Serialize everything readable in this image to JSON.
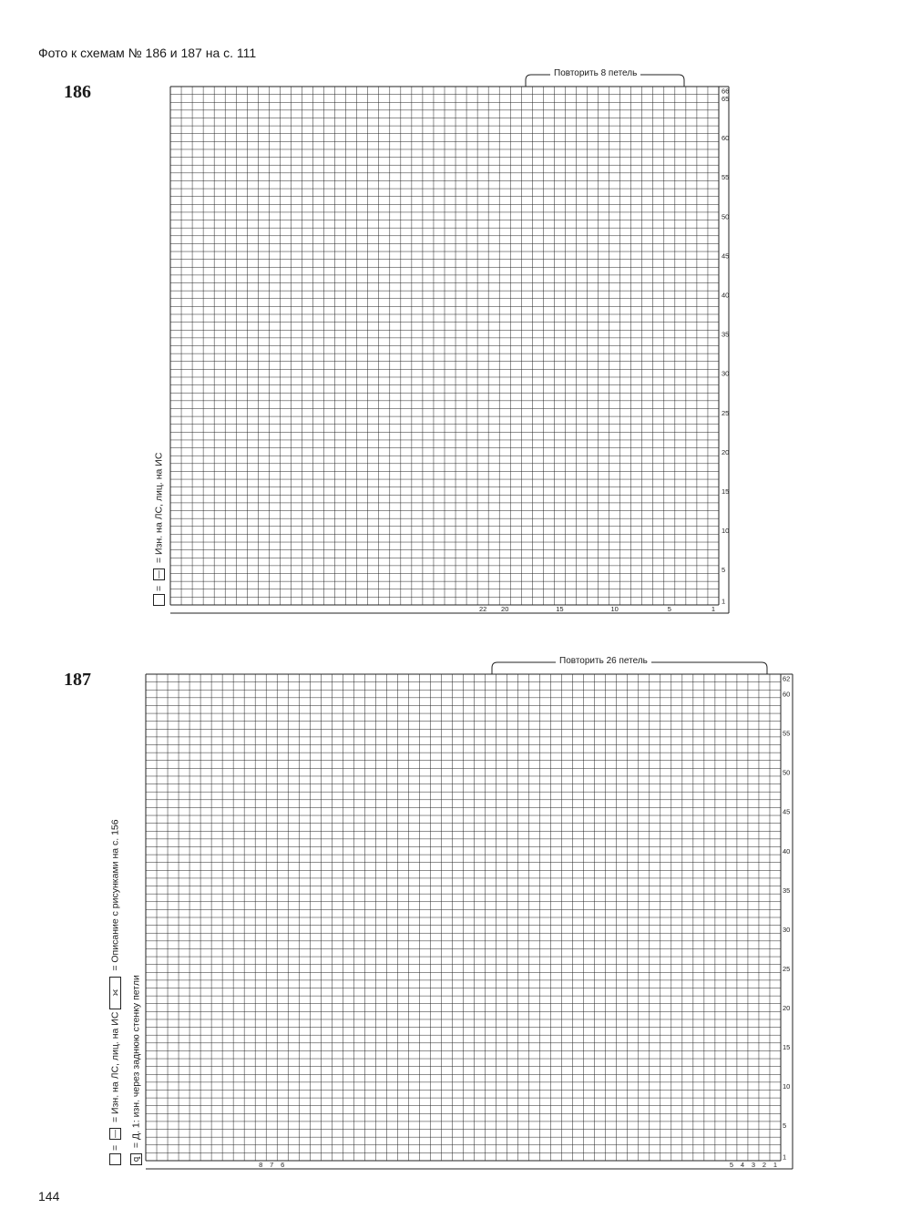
{
  "header": {
    "caption": "Фото к схемам № 186 и 187 на с. 111"
  },
  "chart186": {
    "number": "186",
    "repeat_label": "Повторить 8 петель",
    "row_labels": [
      "1",
      "5",
      "10",
      "15",
      "20",
      "25",
      "30",
      "35",
      "40",
      "45",
      "50",
      "55",
      "60",
      "65",
      "66"
    ],
    "stitch_labels": [
      "22",
      "20",
      "15",
      "10",
      "5",
      "1"
    ],
    "legend": {
      "line1": "= ",
      "line1_rest": " = Изн. на ЛС, лиц. на ИС",
      "dash_symbol": "—"
    }
  },
  "chart187": {
    "number": "187",
    "repeat_label": "Повторить 26 петель",
    "row_labels": [
      "1",
      "5",
      "10",
      "15",
      "20",
      "25",
      "30",
      "35",
      "40",
      "45",
      "50",
      "55",
      "60",
      "62"
    ],
    "stitch_labels": [
      "8",
      "7",
      "6",
      "5",
      "4",
      "3",
      "2",
      "1"
    ],
    "legend": {
      "line1": "= ",
      "line1_mid": " = Изн. на ЛС, лиц. на ИС",
      "line1_end": " = Описание с рисунками на с. 156",
      "line2": " = Д. 1: изн. через заднюю стенку петли",
      "dash_symbol": "—",
      "twist_symbol": "ꝗ"
    }
  },
  "footer": {
    "page_number": "144"
  }
}
